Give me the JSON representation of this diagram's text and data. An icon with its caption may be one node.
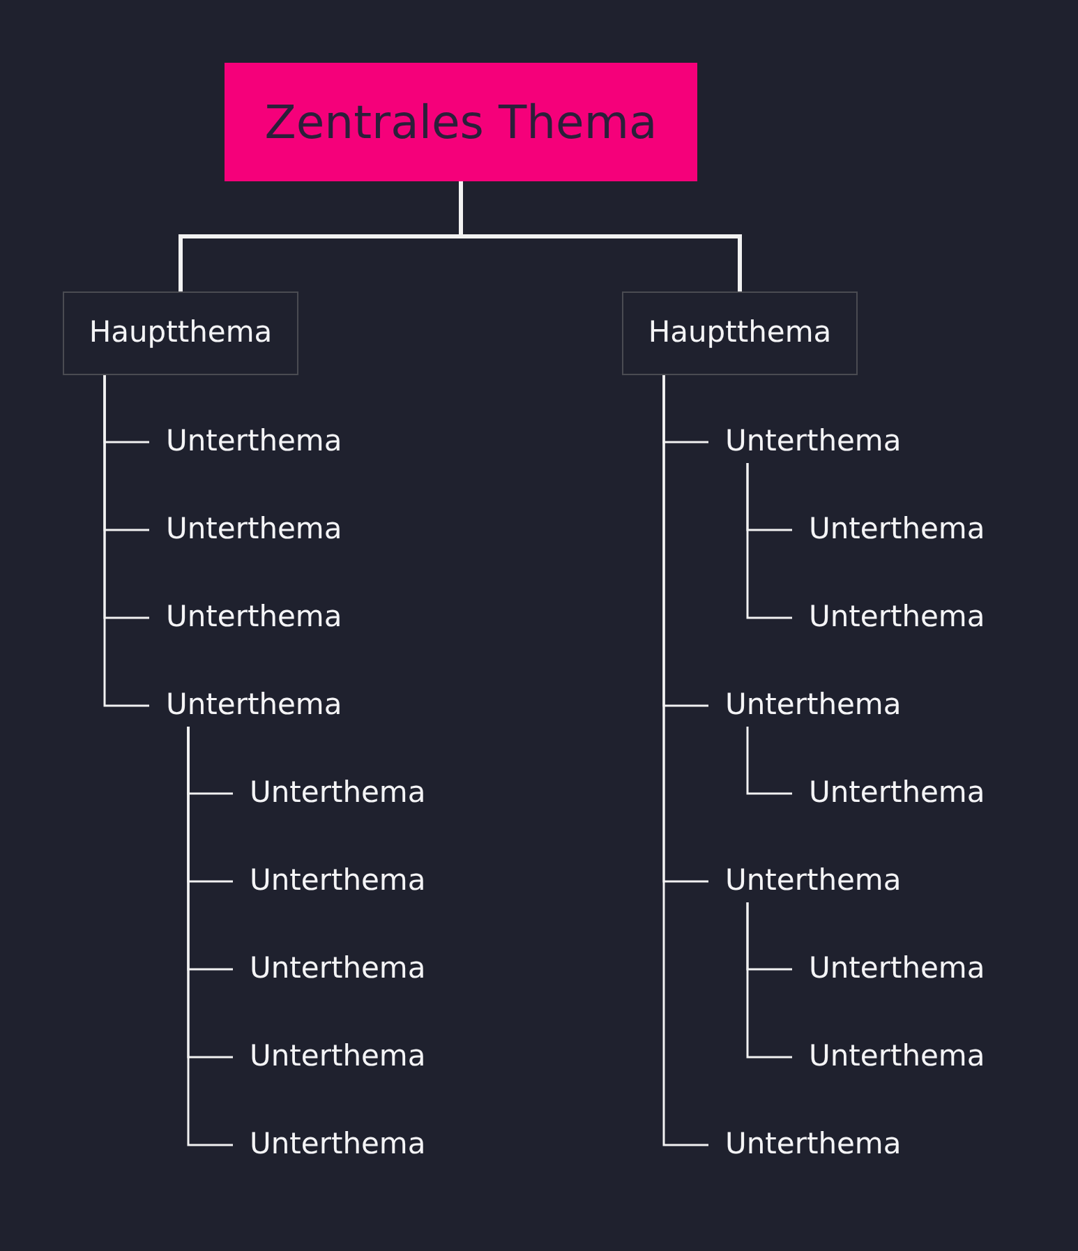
{
  "diagram": {
    "nodes": [
      {
        "text": [
          "Zentrales Thema"
        ]
      },
      {
        "text": [
          "Hauptthema"
        ]
      },
      {
        "text": [
          "Unterthema"
        ]
      },
      {
        "text": [
          "Unterthema"
        ]
      },
      {
        "text": [
          "Unterthema"
        ]
      },
      {
        "text": [
          "Unterthema"
        ]
      },
      {
        "text": [
          "Unterthema"
        ]
      },
      {
        "text": [
          "Unterthema"
        ]
      },
      {
        "text": [
          "Unterthema"
        ]
      },
      {
        "text": [
          "Unterthema"
        ]
      },
      {
        "text": [
          "Unterthema"
        ]
      },
      {
        "text": [
          "Hauptthema"
        ]
      },
      {
        "text": [
          "Unterthema"
        ]
      },
      {
        "text": [
          "Unterthema"
        ]
      },
      {
        "text": [
          "Unterthema"
        ]
      },
      {
        "text": [
          "Unterthema"
        ]
      },
      {
        "text": [
          "Unterthema"
        ]
      },
      {
        "text": [
          "Unterthema"
        ]
      },
      {
        "text": [
          "Unterthema"
        ]
      },
      {
        "text": [
          "Unterthema"
        ]
      },
      {
        "text": [
          "Unterthema"
        ]
      }
    ],
    "edges": [
      {
        "from": 0,
        "to": 1,
        "arrow": "none",
        "style": "thick"
      },
      {
        "from": 0,
        "to": 11,
        "arrow": "none",
        "style": "thick"
      },
      {
        "from": 1,
        "to": 2,
        "arrow": "none"
      },
      {
        "from": 1,
        "to": 3,
        "arrow": "none"
      },
      {
        "from": 1,
        "to": 4,
        "arrow": "none"
      },
      {
        "from": 1,
        "to": 5,
        "arrow": "none"
      },
      {
        "from": 5,
        "to": 6,
        "arrow": "none"
      },
      {
        "from": 5,
        "to": 7,
        "arrow": "none"
      },
      {
        "from": 5,
        "to": 8,
        "arrow": "none"
      },
      {
        "from": 5,
        "to": 9,
        "arrow": "none"
      },
      {
        "from": 5,
        "to": 10,
        "arrow": "none"
      },
      {
        "from": 11,
        "to": 12,
        "arrow": "none"
      },
      {
        "from": 11,
        "to": 15,
        "arrow": "none"
      },
      {
        "from": 11,
        "to": 17,
        "arrow": "none"
      },
      {
        "from": 11,
        "to": 20,
        "arrow": "none"
      },
      {
        "from": 12,
        "to": 13,
        "arrow": "none"
      },
      {
        "from": 12,
        "to": 14,
        "arrow": "none"
      },
      {
        "from": 15,
        "to": 16,
        "arrow": "none"
      },
      {
        "from": 17,
        "to": 18,
        "arrow": "none"
      },
      {
        "from": 17,
        "to": 19,
        "arrow": "none"
      }
    ]
  }
}
